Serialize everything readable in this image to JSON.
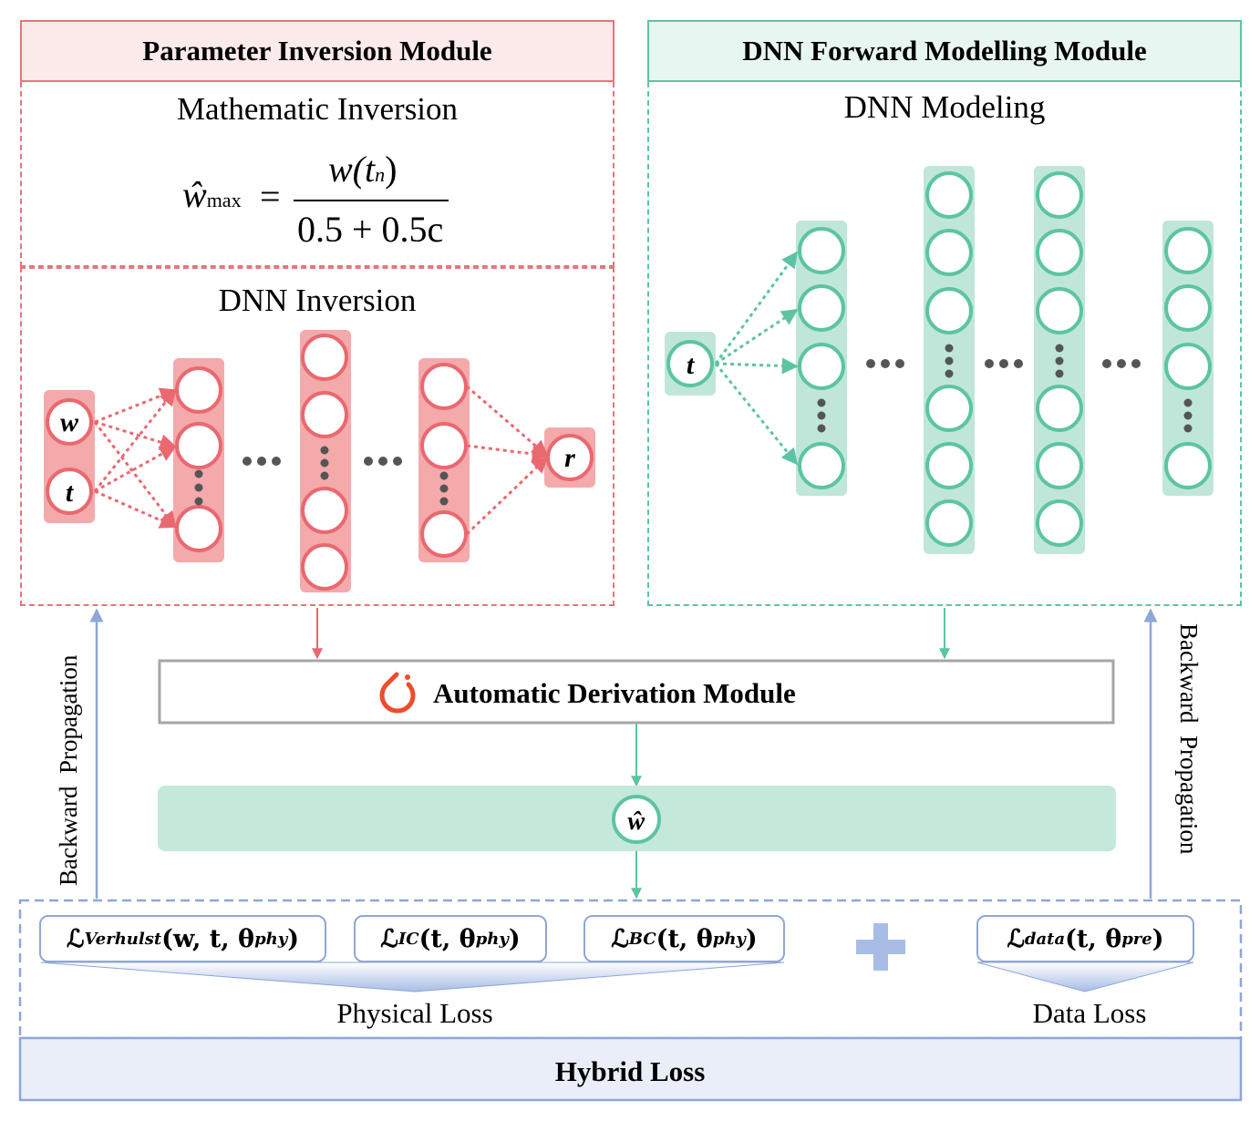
{
  "left_module": {
    "title": "Parameter Inversion Module",
    "math_section_title": "Mathematic Inversion",
    "formula": {
      "lhs_symbol": "ŵ",
      "lhs_subscript": "max",
      "equals": "=",
      "numerator": "w(t",
      "numerator_subscript": "n",
      "numerator_close": ")",
      "denominator": "0.5 + 0.5c"
    },
    "dnn_section_title": "DNN Inversion",
    "inputs": [
      "w",
      "t"
    ],
    "output": "r",
    "ellipsis": "•••",
    "colors": {
      "border": "#e8747c",
      "header_bg": "#fdeaea",
      "node_fill": "#f4a9ab",
      "node_ring": "#ea6870"
    }
  },
  "right_module": {
    "title": "DNN Forward Modelling Module",
    "dnn_section_title": "DNN Modeling",
    "input": "t",
    "ellipsis": "•••",
    "colors": {
      "border": "#5cc4a3",
      "header_bg": "#e8f6f1",
      "node_fill": "#bfe6d9",
      "node_ring": "#5cc4a3"
    }
  },
  "auto_derivation": {
    "title": "Automatic Derivation Module",
    "icon": "pytorch-flame-icon",
    "icon_color": "#ee4c2c"
  },
  "prediction_bar": {
    "symbol": "ŵ"
  },
  "backprop_labels": {
    "left": "Backward  Propagation",
    "right": "Backward  Propagation"
  },
  "losses": {
    "verhulst": {
      "base": "ℒ",
      "sub": "Verhulst",
      "args": "(w, t, θ",
      "args_sub": "phy",
      "close": ")"
    },
    "ic": {
      "base": "ℒ",
      "sub": "IC",
      "args": "(t, θ",
      "args_sub": "phy",
      "close": ")"
    },
    "bc": {
      "base": "ℒ",
      "sub": "BC",
      "args": "(t, θ",
      "args_sub": "phy",
      "close": ")"
    },
    "plus": "+",
    "data": {
      "base": "ℒ",
      "sub": "data",
      "args": "(t, θ",
      "args_sub": "pre",
      "close": ")"
    },
    "physical_caption": "Physical Loss",
    "data_caption": "Data Loss",
    "hybrid": "Hybrid Loss",
    "colors": {
      "border": "#8ea7d6",
      "hybrid_bg": "#e9eef8"
    }
  }
}
